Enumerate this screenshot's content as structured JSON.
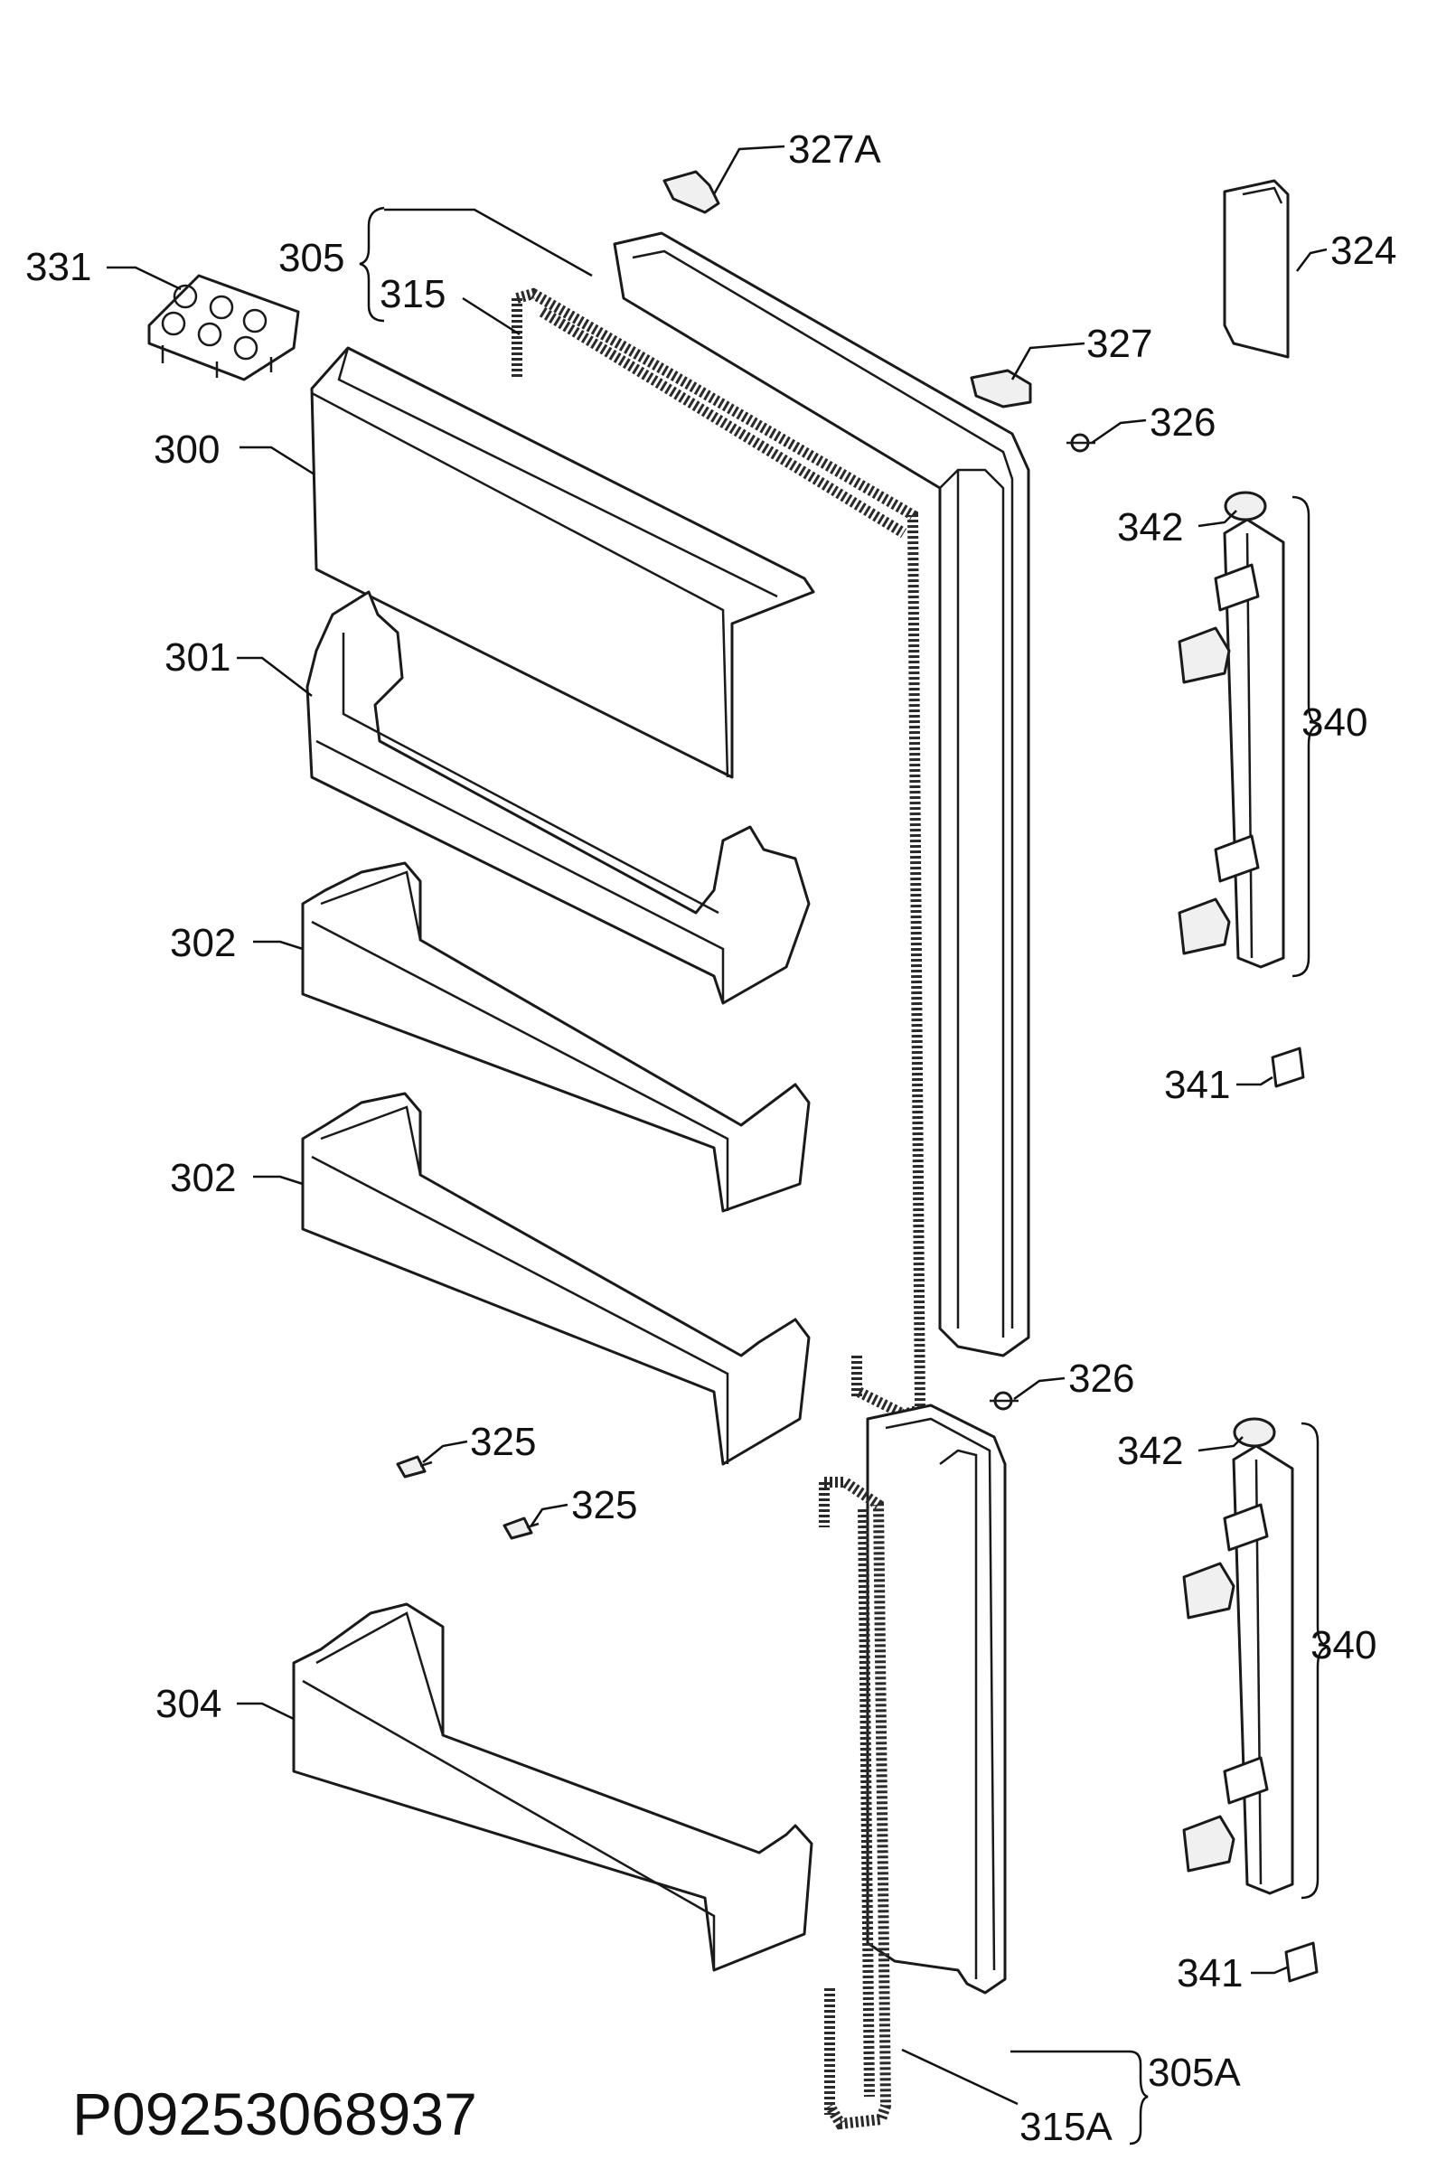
{
  "document": {
    "code": "P09253068937"
  },
  "labels": {
    "l300": "300",
    "l301": "301",
    "l302a": "302",
    "l302b": "302",
    "l304": "304",
    "l305": "305",
    "l305A": "305A",
    "l315": "315",
    "l315A": "315A",
    "l324": "324",
    "l325a": "325",
    "l325b": "325",
    "l326a": "326",
    "l326b": "326",
    "l327": "327",
    "l327A": "327A",
    "l331": "331",
    "l340a": "340",
    "l340b": "340",
    "l341a": "341",
    "l341b": "341",
    "l342a": "342",
    "l342b": "342"
  }
}
